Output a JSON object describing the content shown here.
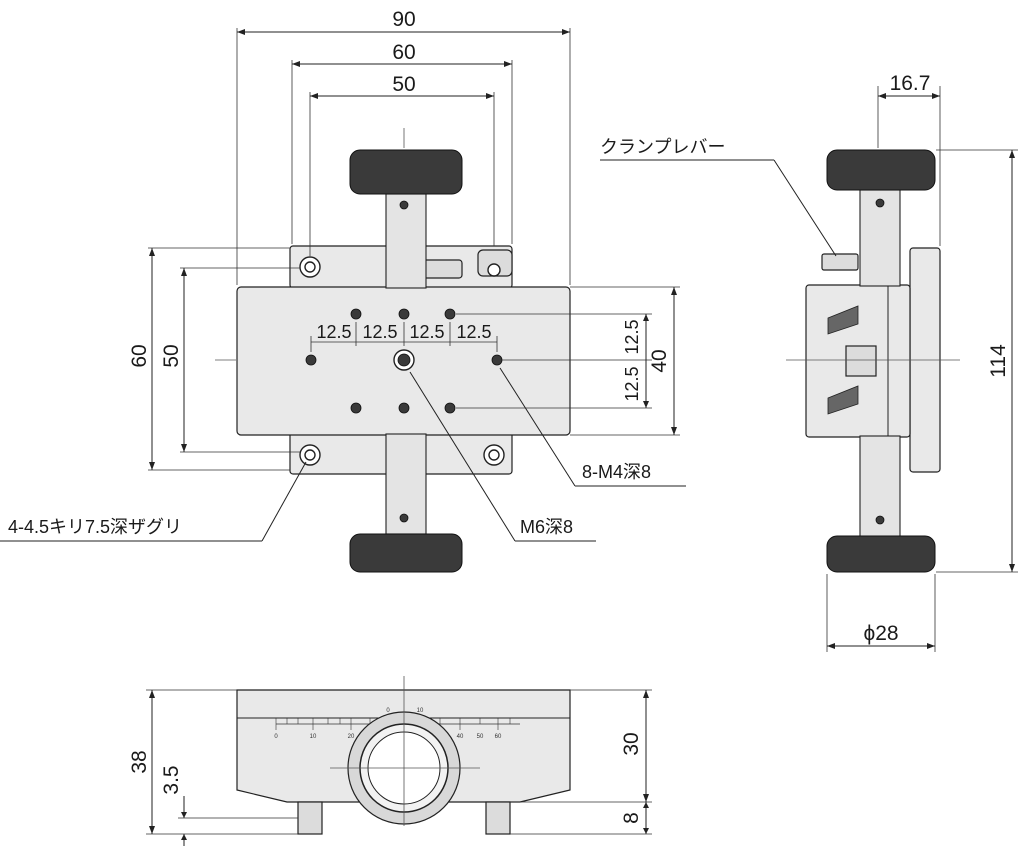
{
  "drawing": {
    "top_view": {
      "dim_overall_width": "90",
      "dim_hole_pitch_outer": "60",
      "dim_hole_pitch_inner": "50",
      "dim_height_60": "60",
      "dim_height_50": "50",
      "dim_pitch_1": "12.5",
      "dim_pitch_2": "12.5",
      "dim_pitch_3": "12.5",
      "dim_pitch_4": "12.5",
      "dim_right_40": "40",
      "dim_right_125_upper": "12.5",
      "dim_right_125_lower": "12.5",
      "note_counterbore": "4-4.5キリ7.5深ザグリ",
      "note_m6": "M6深8",
      "note_m4": "8-M4深8"
    },
    "side_view": {
      "dim_16_7": "16.7",
      "dim_114": "114",
      "dim_phi28": "ϕ28",
      "note_clamp_lever": "クランプレバー"
    },
    "front_view": {
      "dim_38": "38",
      "dim_3_5": "3.5",
      "dim_30": "30",
      "dim_8": "8",
      "scale_ticks": [
        "0",
        "10",
        "20",
        "0",
        "10",
        "40",
        "50",
        "60"
      ]
    }
  }
}
